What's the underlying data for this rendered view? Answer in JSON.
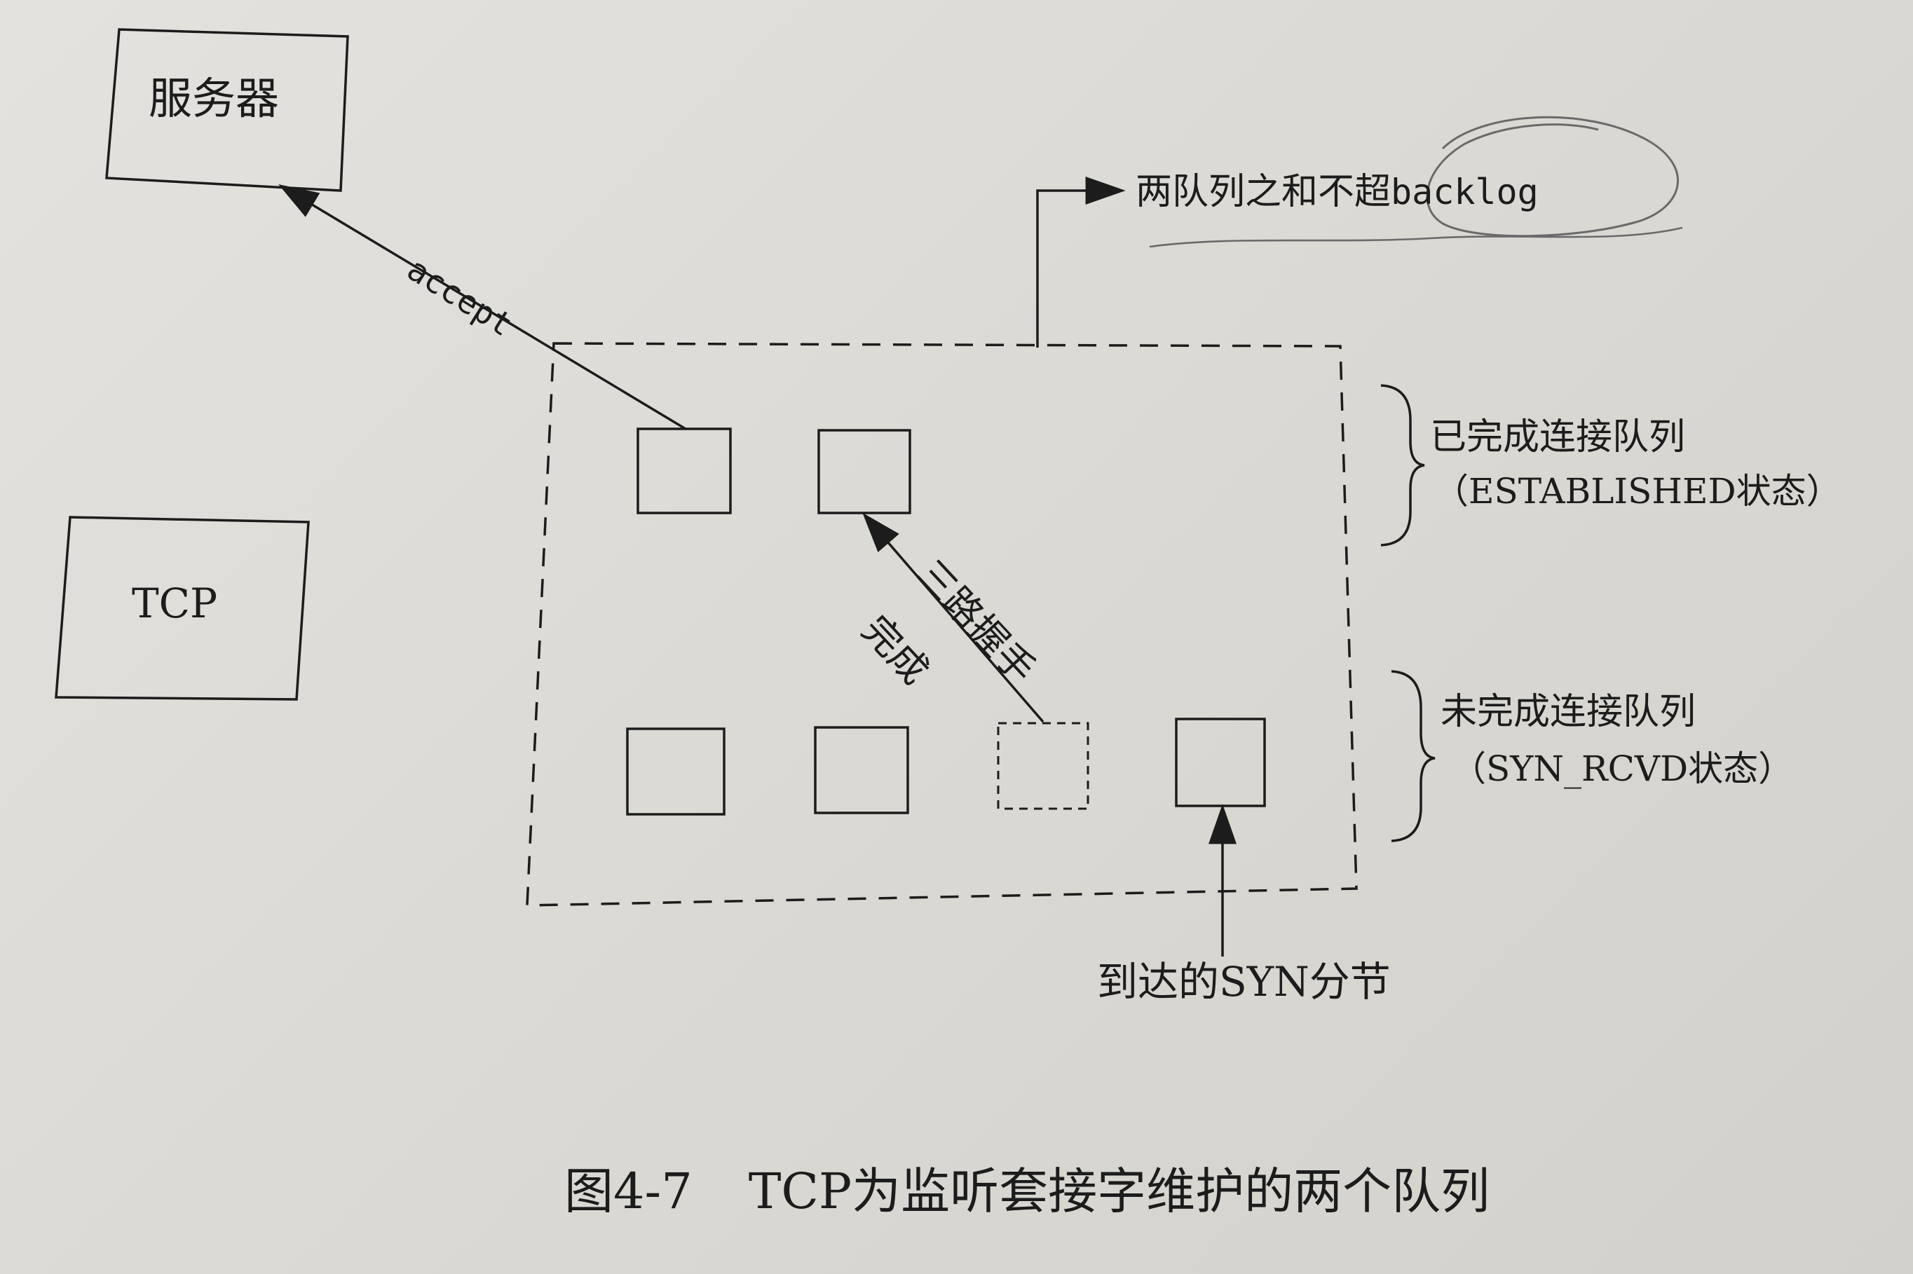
{
  "server_box": {
    "label": "服务器"
  },
  "tcp_box": {
    "label": "TCP"
  },
  "accept_arrow": {
    "label": "accept"
  },
  "backlog_note": {
    "text": "两队列之和不超",
    "code": "backlog"
  },
  "completed_queue": {
    "title": "已完成连接队列",
    "state": "（ESTABLISHED状态）",
    "entries": 2
  },
  "incomplete_queue": {
    "title": "未完成连接队列",
    "state": "（SYN_RCVD状态）",
    "entries": 4,
    "pending_entry": 3
  },
  "handshake_arrow": {
    "line1": "三路握手",
    "line2": "完成"
  },
  "syn_arrow": {
    "label": "到达的SYN分节"
  },
  "caption": {
    "figure": "图4-7",
    "title": "TCP为监听套接字维护的两个队列"
  },
  "colors": {
    "ink": "#1c1c1c",
    "paper": "#dedcd8",
    "pencil": "#6a6a6a"
  }
}
